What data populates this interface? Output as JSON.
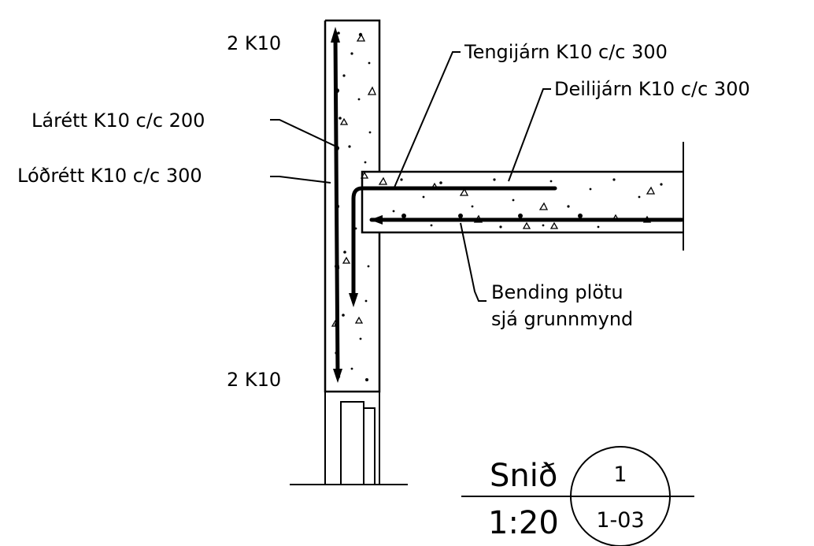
{
  "labels": {
    "top_bar": "2 K10",
    "bottom_bar": "2 K10",
    "horizontal_bars": "Lárétt K10 c/c 200",
    "vertical_bars": "Lóðrétt K10 c/c 300",
    "starter_bars": "Tengijárn K10 c/c 300",
    "distribution_bars": "Deilijárn K10 c/c 300",
    "slab_rebar_line1": "Bending plötu",
    "slab_rebar_line2": "sjá grunnmynd"
  },
  "title_block": {
    "section_label": "Snið",
    "scale": "1:20",
    "section_number": "1",
    "sheet_reference": "1-03"
  },
  "colors": {
    "line": "#000000",
    "background": "#ffffff"
  }
}
